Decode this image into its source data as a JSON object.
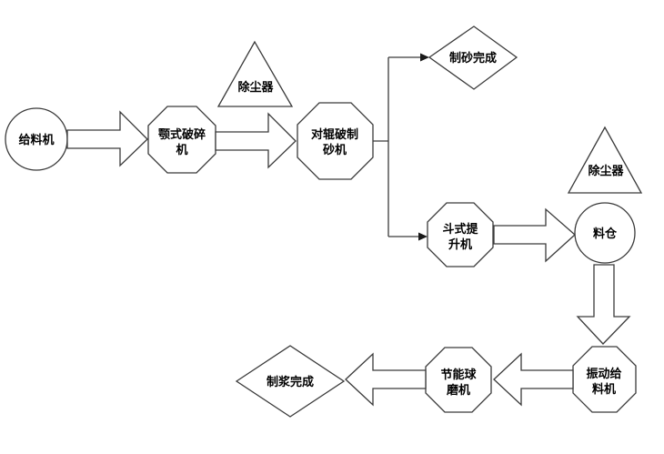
{
  "diagram": {
    "type": "flowchart",
    "subject": "sand-and-slurry-production-process",
    "colors": {
      "background": "#ffffff",
      "shape_fill": "#ffffff",
      "line": "#3a3a3a",
      "text": "#000000"
    },
    "nodes": {
      "feeder": {
        "shape": "circle",
        "label": "给料机"
      },
      "jaw_crusher": {
        "shape": "octagon",
        "line1": "颚式破碎",
        "line2": "机"
      },
      "dust_collector_top": {
        "shape": "triangle",
        "label": "除尘器"
      },
      "roller_sand_maker": {
        "shape": "octagon",
        "line1": "对辊破制",
        "line2": "砂机"
      },
      "sand_done": {
        "shape": "diamond",
        "label": "制砂完成"
      },
      "bucket_elevator": {
        "shape": "octagon",
        "line1": "斗式提",
        "line2": "升机"
      },
      "silo": {
        "shape": "circle",
        "label": "料仓"
      },
      "dust_collector_right": {
        "shape": "triangle",
        "label": "除尘器"
      },
      "vibrating_feeder": {
        "shape": "octagon",
        "line1": "振动给",
        "line2": "料机"
      },
      "ball_mill": {
        "shape": "octagon",
        "line1": "节能球",
        "line2": "磨机"
      },
      "slurry_done": {
        "shape": "diamond",
        "label": "制浆完成"
      }
    },
    "edges": [
      {
        "from": "给料机",
        "to": "颚式破碎机",
        "style": "block-arrow"
      },
      {
        "from": "颚式破碎机",
        "to": "对辊破制砂机",
        "style": "block-arrow"
      },
      {
        "from": "对辊破制砂机",
        "to": "制砂完成",
        "style": "thin-arrow"
      },
      {
        "from": "对辊破制砂机",
        "to": "斗式提升机",
        "style": "thin-arrow"
      },
      {
        "from": "斗式提升机",
        "to": "料仓",
        "style": "block-arrow"
      },
      {
        "from": "料仓",
        "to": "振动给料机",
        "style": "block-arrow"
      },
      {
        "from": "振动给料机",
        "to": "节能球磨机",
        "style": "block-arrow"
      },
      {
        "from": "节能球磨机",
        "to": "制浆完成",
        "style": "block-arrow"
      }
    ]
  }
}
